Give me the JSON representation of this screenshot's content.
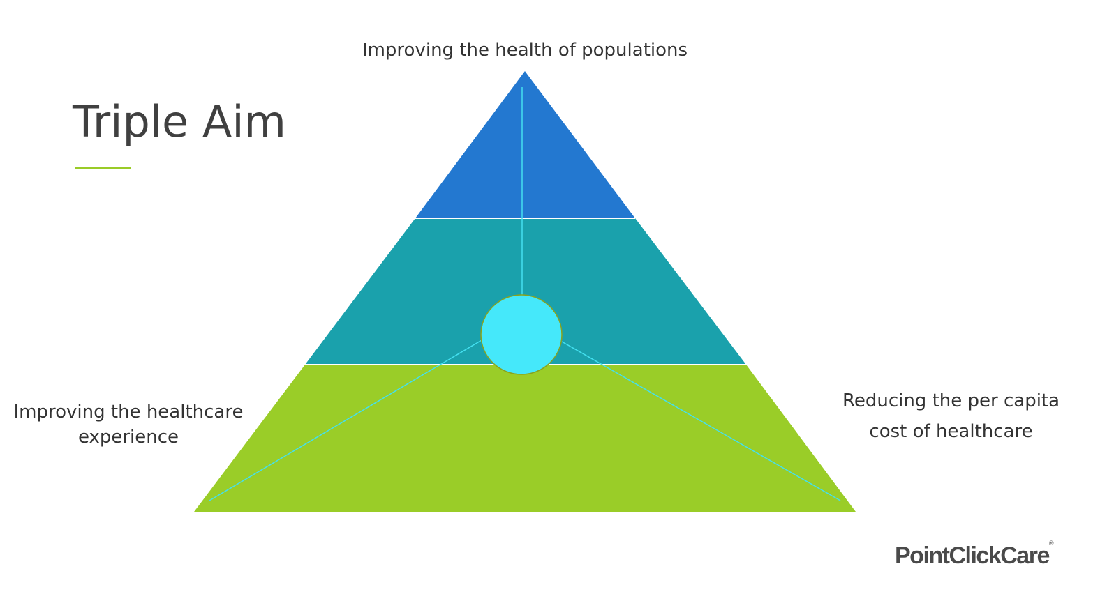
{
  "slide": {
    "title": "Triple Aim"
  },
  "pyramid": {
    "top_label": "Improving the health of populations",
    "left_label_line1": "Improving the healthcare",
    "left_label_line2": "experience",
    "right_label_line1": "Reducing the per capita",
    "right_label_line2": "cost of healthcare",
    "colors": {
      "top_tier": "#2378d0",
      "middle_tier": "#1aa1ac",
      "bottom_tier": "#9acd28",
      "center_circle": "#45e8fa",
      "connector_lines": "#44e0f0"
    }
  },
  "brand": {
    "logo_text": "PointClickCare",
    "logo_mark": "®"
  }
}
